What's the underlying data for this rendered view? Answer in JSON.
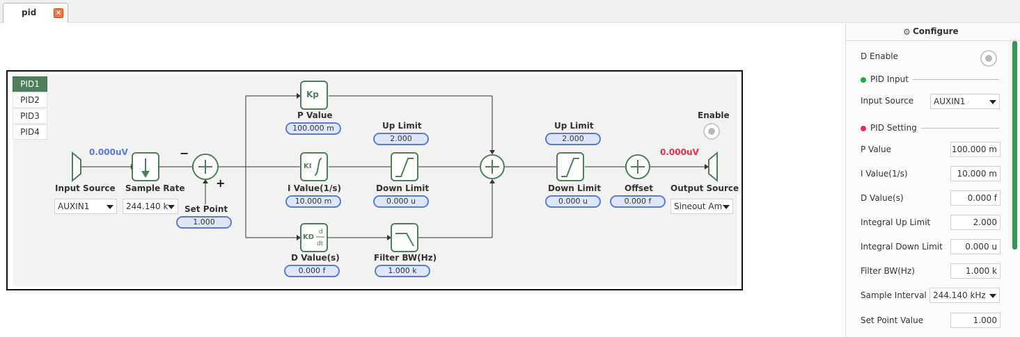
{
  "tab": {
    "label": "pid",
    "close": "×"
  },
  "pid_tabs": [
    "PID1",
    "PID2",
    "PID3",
    "PID4"
  ],
  "diagram": {
    "input_source_label": "Input Source",
    "input_source_value": "AUXIN1",
    "input_value": "0.000uV",
    "sample_rate_label": "Sample Rate",
    "sample_rate_value": "244.140 k",
    "minus": "−",
    "plus": "+",
    "set_point_label": "Set Point",
    "set_point_value": "1.000",
    "kp_symbol": "Kp",
    "p_value_label": "P Value",
    "p_value": "100.000 m",
    "ki_symbol": "KI",
    "i_value_label": "I Value(1/s)",
    "i_value": "10.000 m",
    "kd_symbol": "KD",
    "d_value_label": "D Value(s)",
    "d_value": "0.000 f",
    "int_up_label": "Up Limit",
    "int_up_value": "2.000",
    "int_down_label": "Down Limit",
    "int_down_value": "0.000 u",
    "filter_label": "Filter BW(Hz)",
    "filter_value": "1.000 k",
    "out_up_label": "Up Limit",
    "out_up_value": "2.000",
    "out_down_label": "Down Limit",
    "out_down_value": "0.000 u",
    "offset_label": "Offset",
    "offset_value": "0.000 f",
    "output_value": "0.000uV",
    "enable_label": "Enable",
    "output_source_label": "Output Source",
    "output_source_value": "Sineout Am"
  },
  "panel": {
    "title": "Configure",
    "d_enable_label": "D Enable",
    "pid_input_section": "PID Input",
    "input_source_label": "Input Source",
    "input_source_value": "AUXIN1",
    "pid_setting_section": "PID Setting",
    "rows": [
      {
        "label": "P Value",
        "value": "100.000 m"
      },
      {
        "label": "I Value(1/s)",
        "value": "10.000 m"
      },
      {
        "label": "D Value(s)",
        "value": "0.000 f"
      },
      {
        "label": "Integral Up Limit",
        "value": "2.000"
      },
      {
        "label": "Integral Down Limit",
        "value": "0.000 u"
      },
      {
        "label": "Filter BW(Hz)",
        "value": "1.000 k"
      }
    ],
    "sample_interval_label": "Sample Interval",
    "sample_interval_value": "244.140 kHz",
    "set_point_label": "Set Point Value",
    "set_point_value": "1.000"
  },
  "colors": {
    "accent_green": "#4f7f5a",
    "input_value_color": "#5b79d8",
    "output_value_color": "#e0304a",
    "pid_input_dot": "#22aa44",
    "pid_setting_dot": "#e0304a"
  }
}
